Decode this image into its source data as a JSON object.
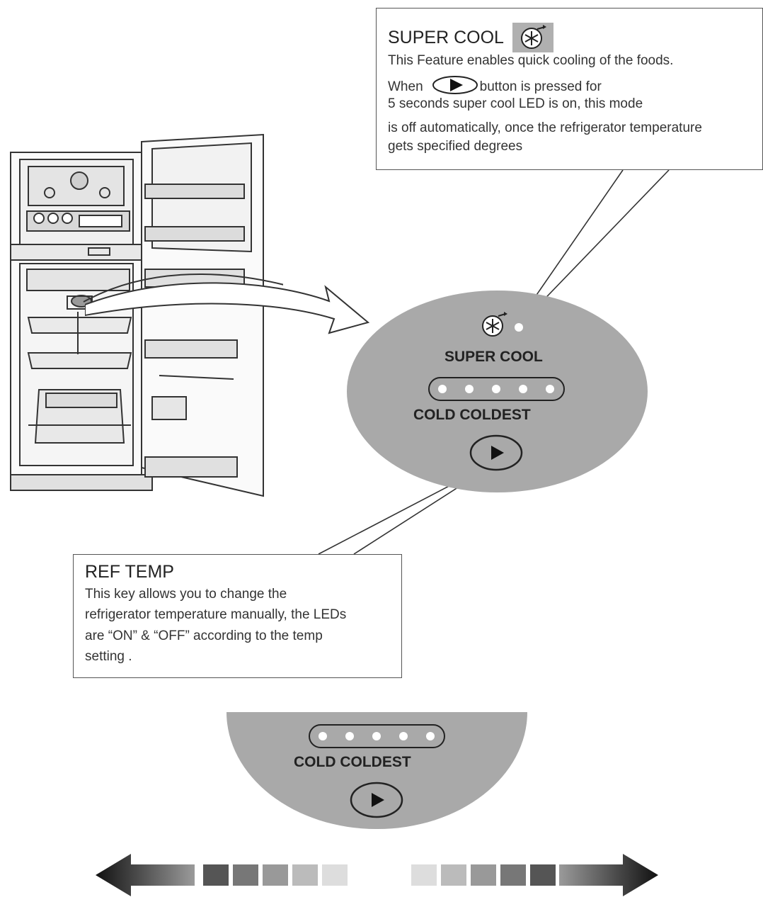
{
  "super_cool": {
    "title": "SUPER COOL",
    "lines": [
      "This Feature enables quick cooling of the foods.",
      "When",
      "button is pressed for",
      "5 seconds super cool LED is on, this mode",
      "is off automatically, once the refrigerator temperature",
      "gets specified degrees"
    ]
  },
  "ref_temp": {
    "title": "REF TEMP",
    "lines": [
      "This key allows you to change the",
      "refrigerator temperature manually, the LEDs",
      "are “ON” & “OFF” according to the temp",
      "setting ."
    ]
  },
  "panel_top": {
    "super_cool_label": "SUPER COOL",
    "scale_label": "COLD COLDEST",
    "led_count": 5
  },
  "panel_bottom": {
    "scale_label": "COLD COLDEST",
    "led_count": 5
  },
  "icons": [
    "super-cool-icon",
    "play-button-icon",
    "refrigerator-illustration",
    "temperature-gradient-arrow"
  ],
  "colors": {
    "panel_gray": "#a9a9a9",
    "outline": "#333333"
  }
}
